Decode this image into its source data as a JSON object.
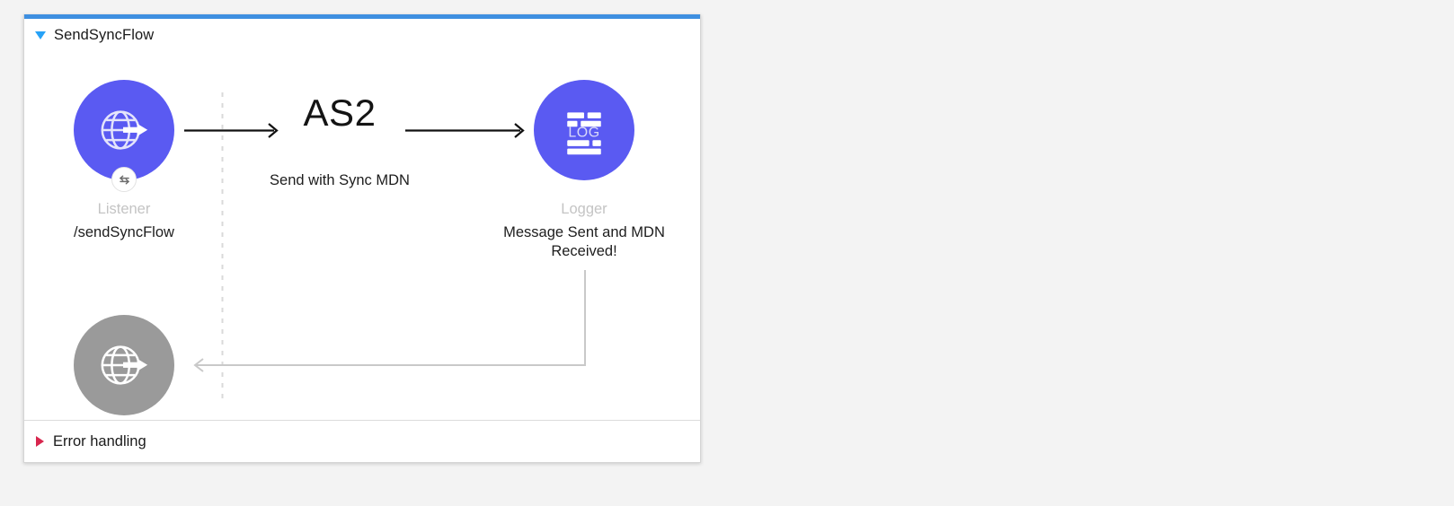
{
  "panel": {
    "title": "SendSyncFlow",
    "toggle_icon": "triangle-down-icon",
    "accent_color": "#3e8fe0",
    "toggle_color": "#27a2f7"
  },
  "nodes": [
    {
      "id": "listener",
      "icon": "globe-arrow-icon",
      "badge_icon": "sync-exchange-icon",
      "type_label": "Listener",
      "name_label": "/sendSyncFlow",
      "circle_color": "#5a5af2"
    },
    {
      "id": "logger",
      "icon": "log-icon",
      "type_label": "Logger",
      "name_label": "Message Sent and MDN Received!",
      "circle_color": "#5a5af2"
    },
    {
      "id": "response",
      "icon": "globe-arrow-icon",
      "type_label": "",
      "name_label": "",
      "circle_color": "#9a9a9a"
    }
  ],
  "as2": {
    "word": "AS2",
    "caption": "Send with Sync MDN"
  },
  "footer": {
    "toggle_icon": "triangle-right-icon",
    "label": "Error handling",
    "toggle_color": "#d8264e"
  }
}
